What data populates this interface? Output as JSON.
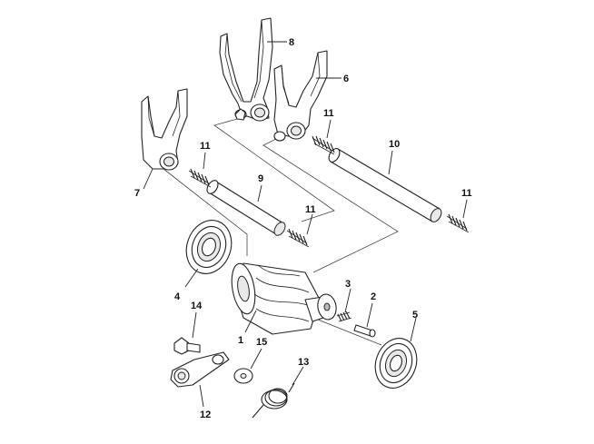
{
  "callouts": {
    "c1": "1",
    "c2": "2",
    "c3": "3",
    "c4": "4",
    "c5": "5",
    "c6": "6",
    "c7": "7",
    "c8": "8",
    "c9": "9",
    "c10": "10",
    "c11a": "11",
    "c11b": "11",
    "c11c": "11",
    "c11d": "11",
    "c12": "12",
    "c13": "13",
    "c14": "14",
    "c15": "15"
  },
  "colors": {
    "line": "#222222",
    "shade": "#e8e8e8",
    "background": "#ffffff"
  }
}
